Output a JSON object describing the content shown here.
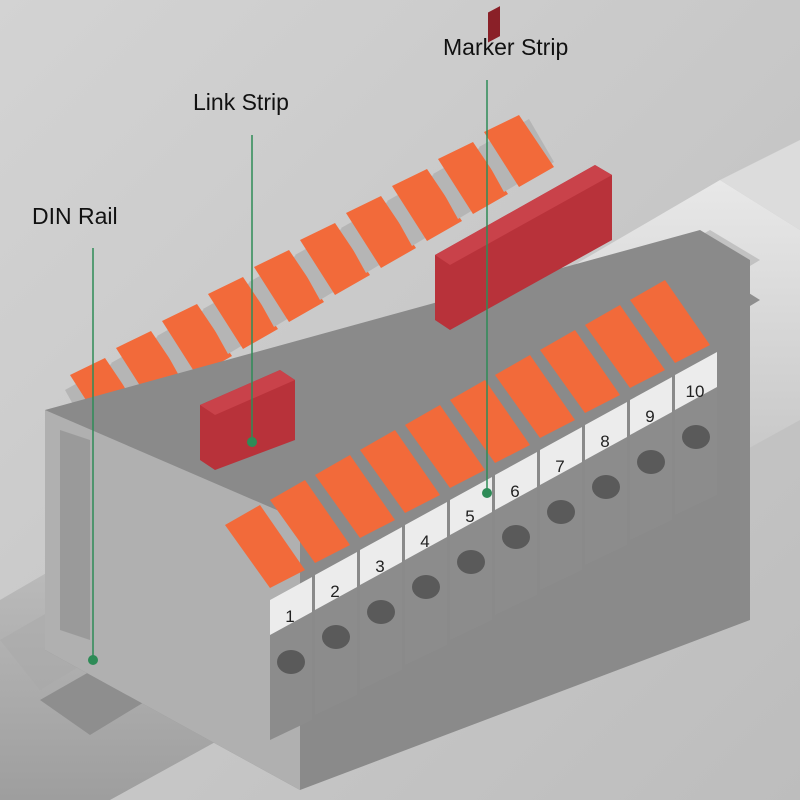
{
  "labels": {
    "din_rail": "DIN Rail",
    "link_strip": "Link Strip",
    "marker_strip": "Marker Strip"
  },
  "terminal_numbers": [
    "1",
    "2",
    "3",
    "4",
    "5",
    "6",
    "7",
    "8",
    "9",
    "10"
  ],
  "colors": {
    "background": "#c9c9c9",
    "housing_gray": "#8c8c8c",
    "housing_light": "#b5b5b5",
    "marker_white": "#ececec",
    "lever_orange": "#f26a3a",
    "link_strip_red": "#b8323a",
    "rail_silver": "#d2d2d2",
    "callout_green": "#2e8b57"
  },
  "icons": [
    "din-rail-graphic",
    "terminal-block-graphic"
  ]
}
